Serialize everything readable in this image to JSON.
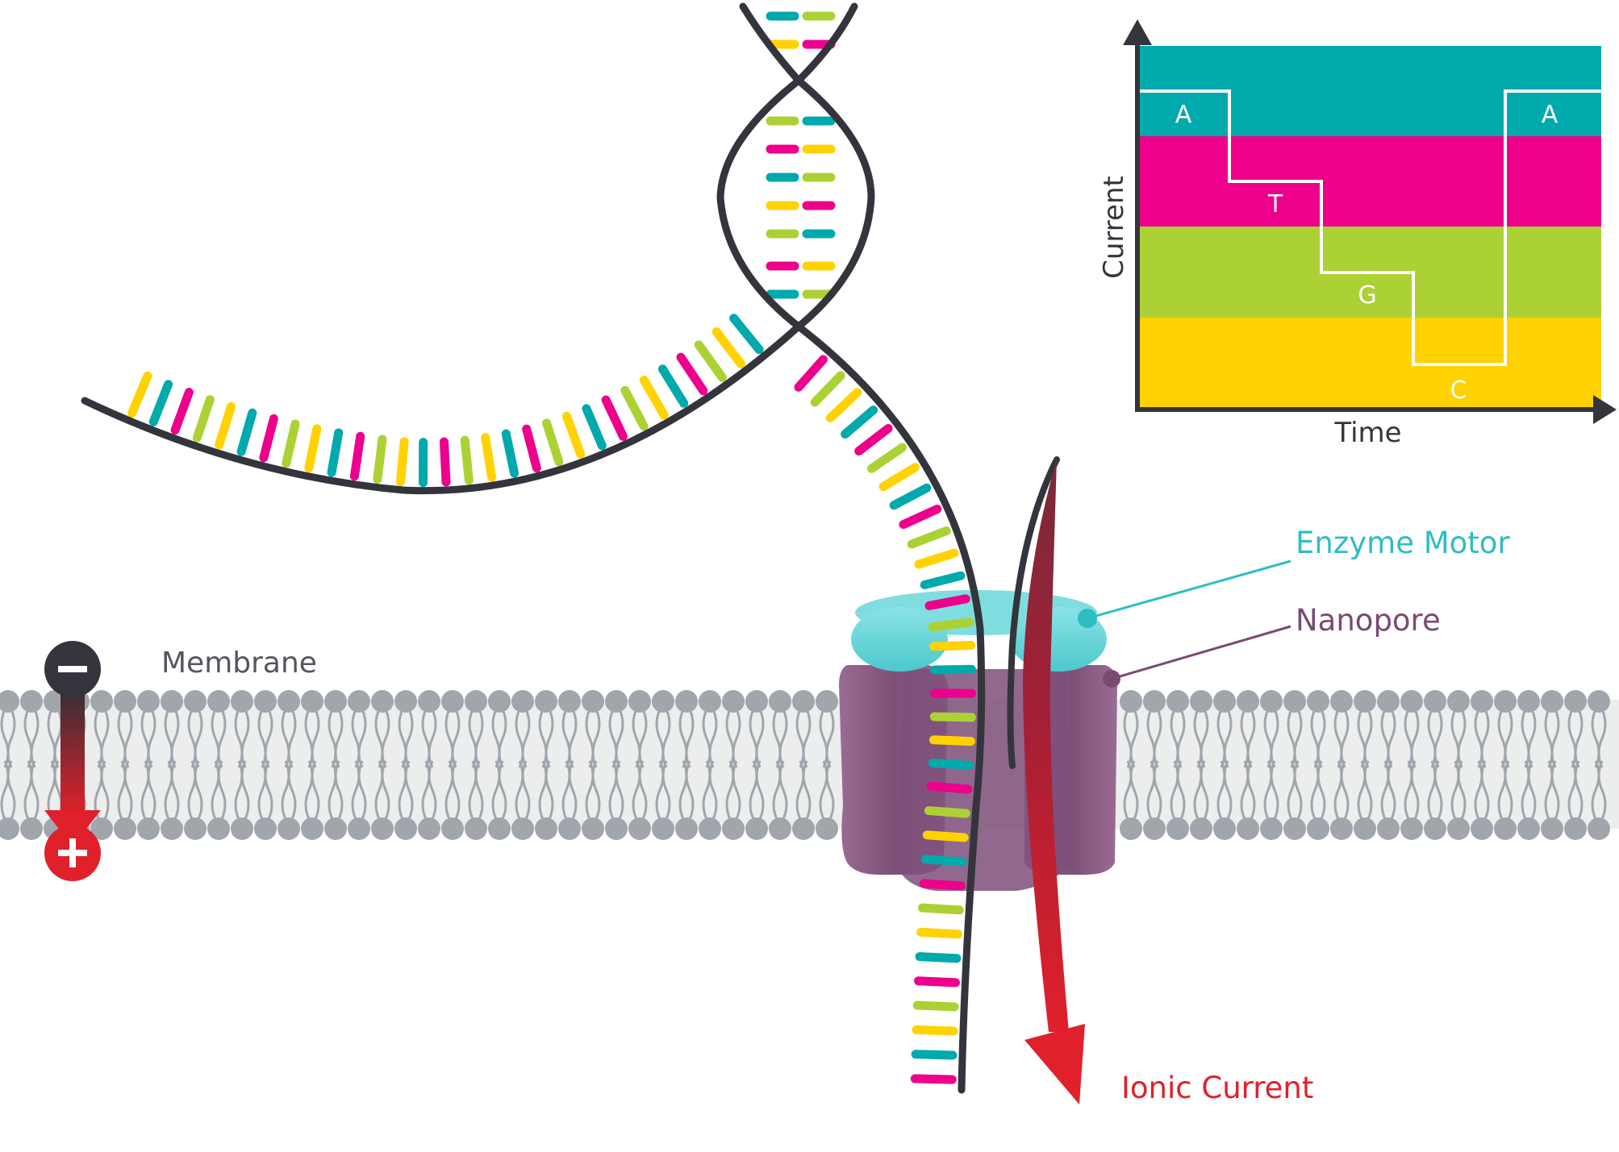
{
  "labels": {
    "membrane": "Membrane",
    "enzyme_motor": "Enzyme Motor",
    "nanopore": "Nanopore",
    "ionic_current": "Ionic Current",
    "minus_sign": "−",
    "plus_sign": "+"
  },
  "inset_chart": {
    "xlabel": "Time",
    "ylabel": "Current",
    "bases": [
      "A",
      "T",
      "G",
      "C",
      "A"
    ],
    "bands": [
      {
        "base": "A",
        "color": "#00A9AC"
      },
      {
        "base": "T",
        "color": "#EC008C"
      },
      {
        "base": "G",
        "color": "#ACD135"
      },
      {
        "base": "C",
        "color": "#FFD200"
      }
    ]
  },
  "colors": {
    "teal": "#00A9AC",
    "magenta": "#EC008C",
    "lime": "#ACD135",
    "yellow": "#FFD200",
    "backbone": "#34353C",
    "membrane": "#A1A5AC",
    "nanopore": "#8C5E86",
    "enzyme": "#5ED2D6",
    "ionic_arrow": "#D7202B",
    "enzyme_label": "#2FBDC2",
    "nanopore_label": "#7A4A73",
    "membrane_label": "#55565D",
    "ionic_label": "#E0202A"
  },
  "icons": [
    "negative-electrode-icon",
    "positive-electrode-icon",
    "ionic-current-arrow-icon"
  ]
}
